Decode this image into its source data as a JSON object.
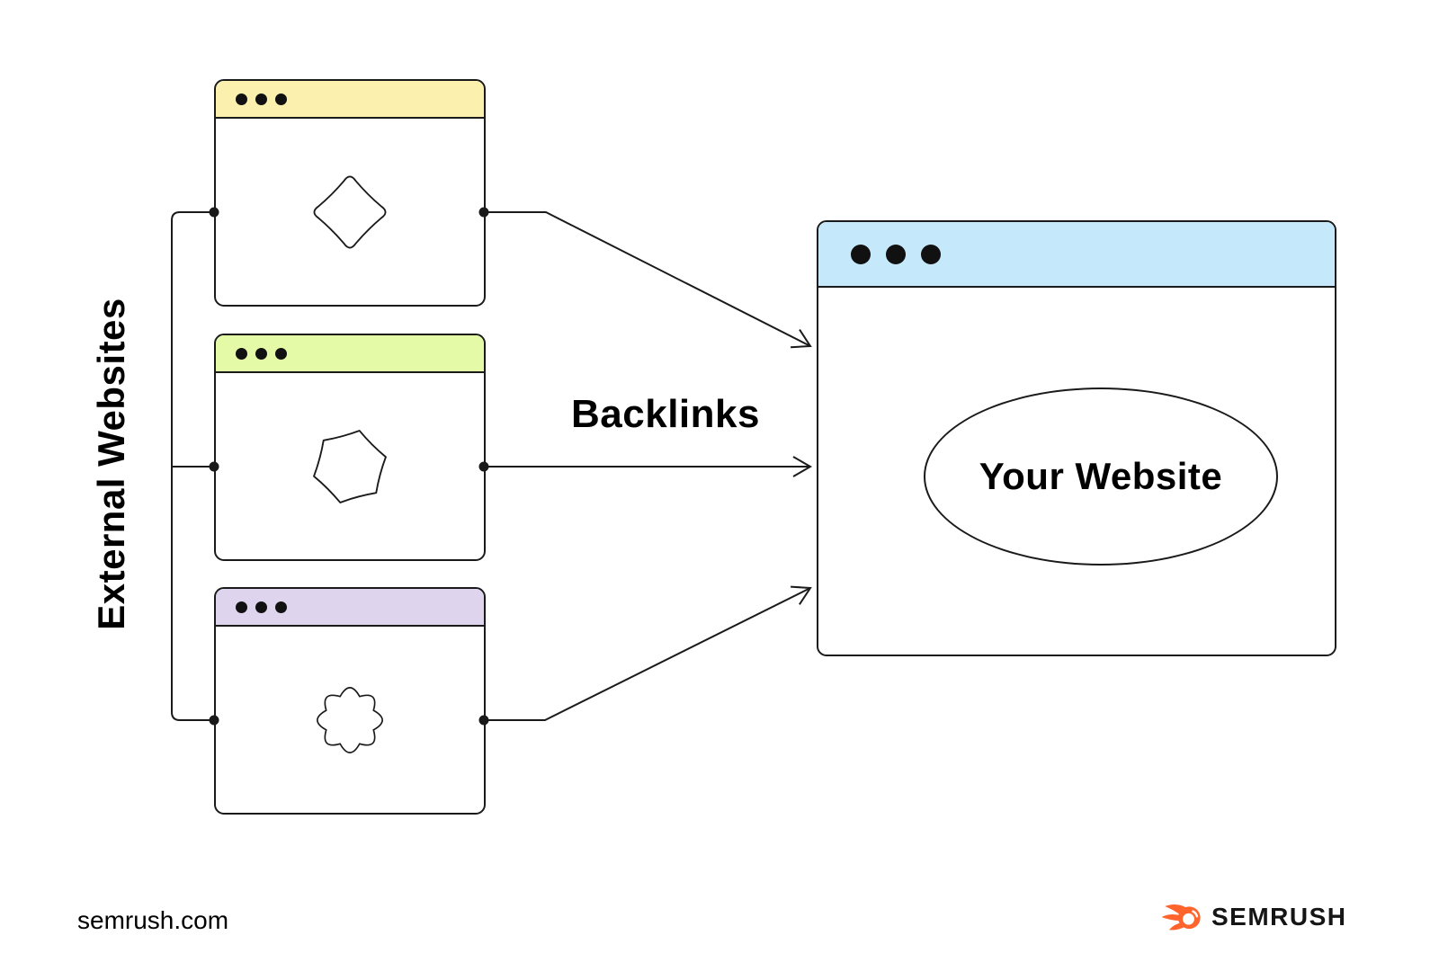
{
  "labels": {
    "external_group": "External Websites",
    "arrow": "Backlinks"
  },
  "windows": {
    "external": [
      {
        "name": "external-website-1",
        "bar_color": "#FBF0AD",
        "icon": "diamond-blob-icon"
      },
      {
        "name": "external-website-2",
        "bar_color": "#E5FAA6",
        "icon": "hexagon-blob-icon"
      },
      {
        "name": "external-website-3",
        "bar_color": "#DED4EE",
        "icon": "flower-blob-icon"
      }
    ],
    "target": {
      "name": "your-website-window",
      "bar_color": "#C5E8FA",
      "label": "Your Website"
    }
  },
  "footer": {
    "site": "semrush.com",
    "brand": "SEMRUSH"
  },
  "colors": {
    "line": "#1A1A1A",
    "brand_orange": "#FF642D"
  }
}
